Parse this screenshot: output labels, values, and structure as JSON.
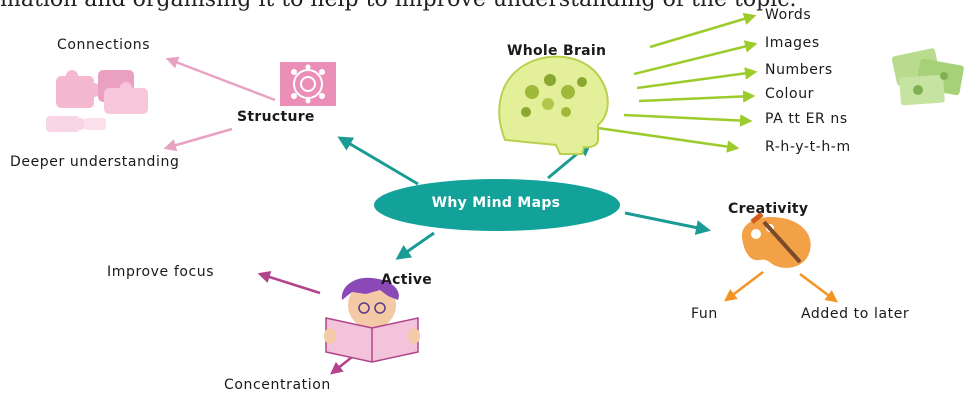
{
  "top_text": "mation and organising it to help to improve understanding of the topic.",
  "center": {
    "label": "Why Mind Maps",
    "color": "#12a29a"
  },
  "branches": {
    "structure": {
      "label": "Structure",
      "color": "#1a9c95",
      "children": [
        "Connections",
        "Deeper understanding"
      ],
      "child_color": "#e8a3c4"
    },
    "whole_brain": {
      "label": "Whole Brain",
      "color": "#1a9c95",
      "children": [
        "Words",
        "Images",
        "Numbers",
        "Colour",
        "PA tt ER ns",
        "R-h-y-t-h-m"
      ],
      "child_color": "#9ccb2c"
    },
    "creativity": {
      "label": "Creativity",
      "color": "#1a9c95",
      "children": [
        "Fun",
        "Added to later"
      ],
      "child_color": "#f29422"
    },
    "active": {
      "label": "Active",
      "color": "#1a9c95",
      "children": [
        "Improve focus",
        "Concentration"
      ],
      "child_color": "#b1448c"
    }
  },
  "icons": [
    "puzzle-pieces-icon",
    "pink-flower-tile-icon",
    "brain-head-icon",
    "money-notes-icon",
    "artist-palette-icon",
    "reading-boy-icon"
  ]
}
